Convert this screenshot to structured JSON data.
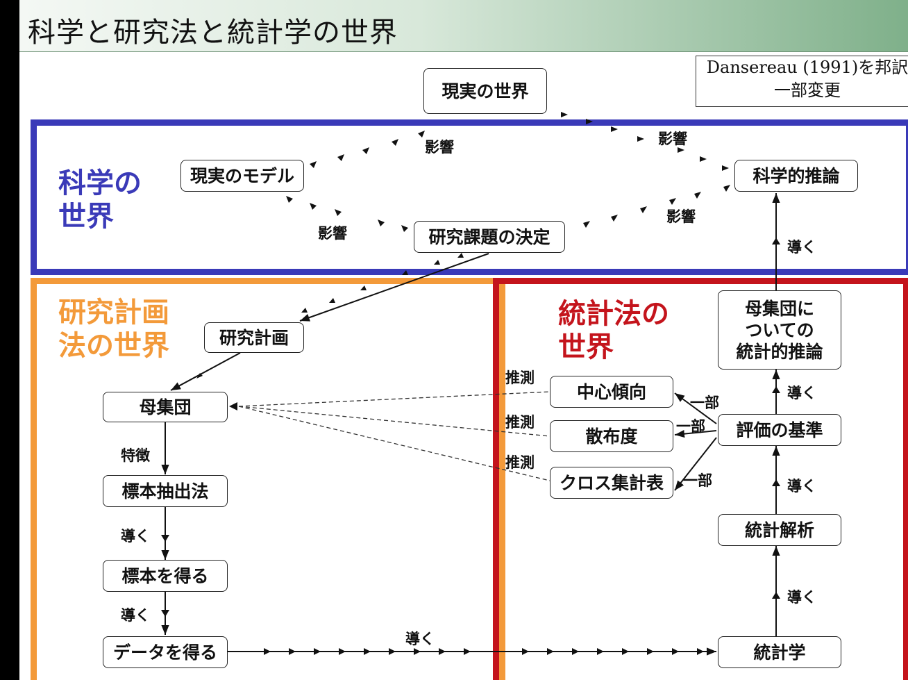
{
  "title": "科学と研究法と統計学の世界",
  "source_note": {
    "line1": "Dansereau (1991)を邦訳",
    "line2": "一部変更"
  },
  "worlds": {
    "science": {
      "line1": "科学の",
      "line2": "世界",
      "color": "#3a3ab8"
    },
    "research": {
      "line1": "研究計画",
      "line2": "法の世界",
      "color": "#f39a3a"
    },
    "statistics": {
      "line1": "統計法の",
      "line2": "世界",
      "color": "#c4141c"
    }
  },
  "boxes": {
    "real_world": "現実の世界",
    "real_model": "現実のモデル",
    "scientific_inference": "科学的推論",
    "research_topic": "研究課題の決定",
    "research_plan": "研究計画",
    "population": "母集団",
    "sampling": "標本抽出法",
    "get_sample": "標本を得る",
    "get_data": "データを得る",
    "pop_inference": [
      "母集団に",
      "ついての",
      "統計的推論"
    ],
    "central_tendency": "中心傾向",
    "dispersion": "散布度",
    "cross_table": "クロス集計表",
    "criteria": "評価の基準",
    "stat_analysis": "統計解析",
    "statistics": "統計学"
  },
  "labels": {
    "influence": "影響",
    "leads": "導く",
    "feature": "特徴",
    "estimate": "推測",
    "part": "一部"
  }
}
